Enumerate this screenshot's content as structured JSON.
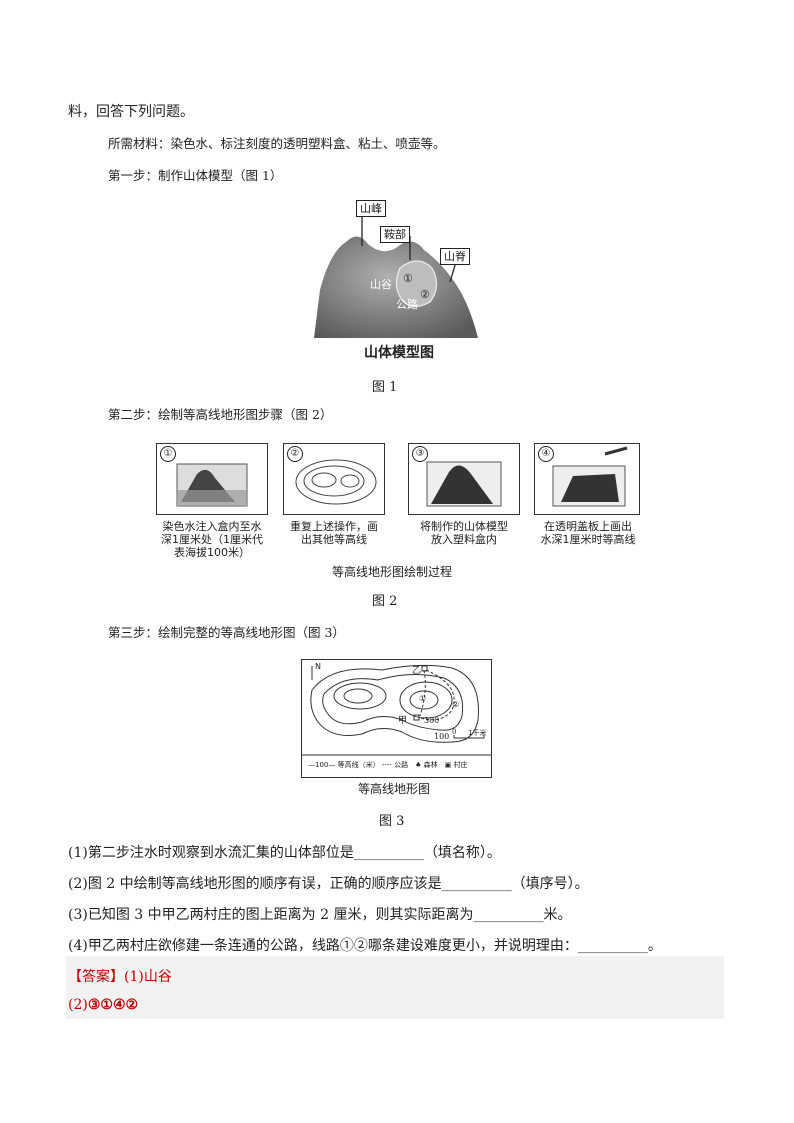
{
  "intro": "料，回答下列问题。",
  "materials": "所需材料：染色水、标注刻度的透明塑料盒、粘土、喷壶等。",
  "step1": "第一步：制作山体模型（图 1）",
  "fig1": {
    "labels": {
      "peak": "山峰",
      "saddle": "鞍部",
      "ridge": "山脊",
      "valley": "山谷",
      "road": "公路",
      "r1": "①",
      "r2": "②"
    },
    "title": "山体模型图",
    "caption": "图 1"
  },
  "step2": "第二步：绘制等高线地形图步骤（图 2）",
  "fig2": {
    "panels": [
      {
        "num": "①",
        "text": [
          "染色水注入盒内至水",
          "深1厘米处（1厘米代",
          "表海拔100米）"
        ]
      },
      {
        "num": "②",
        "text": [
          "重复上述操作，画",
          "出其他等高线"
        ]
      },
      {
        "num": "③",
        "text": [
          "将制作的山体模型",
          "放入塑料盒内"
        ]
      },
      {
        "num": "④",
        "text": [
          "在透明盖板上画出",
          "水深1厘米时等高线"
        ]
      }
    ],
    "title": "等高线地形图绘制过程",
    "caption": "图 2"
  },
  "step3": "第三步：绘制完整的等高线地形图（图 3）",
  "fig3": {
    "north": "N",
    "jia": "甲",
    "yi": "乙",
    "c300": "300",
    "c100": "100",
    "scale0": "0",
    "scale1": "1千米",
    "r1": "①",
    "r2": "②",
    "legend": "—100— 等高线（米） ---- 公路　♠ 森林　▣ 村庄",
    "title": "等高线地形图",
    "caption": "图 3"
  },
  "questions": [
    "(1)第二步注水时观察到水流汇集的山体部位是__________（填名称）。",
    "(2)图 2 中绘制等高线地形图的顺序有误，正确的顺序应该是__________（填序号）。",
    "(3)已知图 3 中甲乙两村庄的图上距离为 2 厘米，则其实际距离为__________米。",
    "(4)甲乙两村庄欲修建一条连通的公路，线路①②哪条建设难度更小，并说明理由：__________。"
  ],
  "answer": {
    "tag": "【答案】",
    "a1": "(1)山谷",
    "a2_prefix": "(2)",
    "a2": "③①④②"
  }
}
